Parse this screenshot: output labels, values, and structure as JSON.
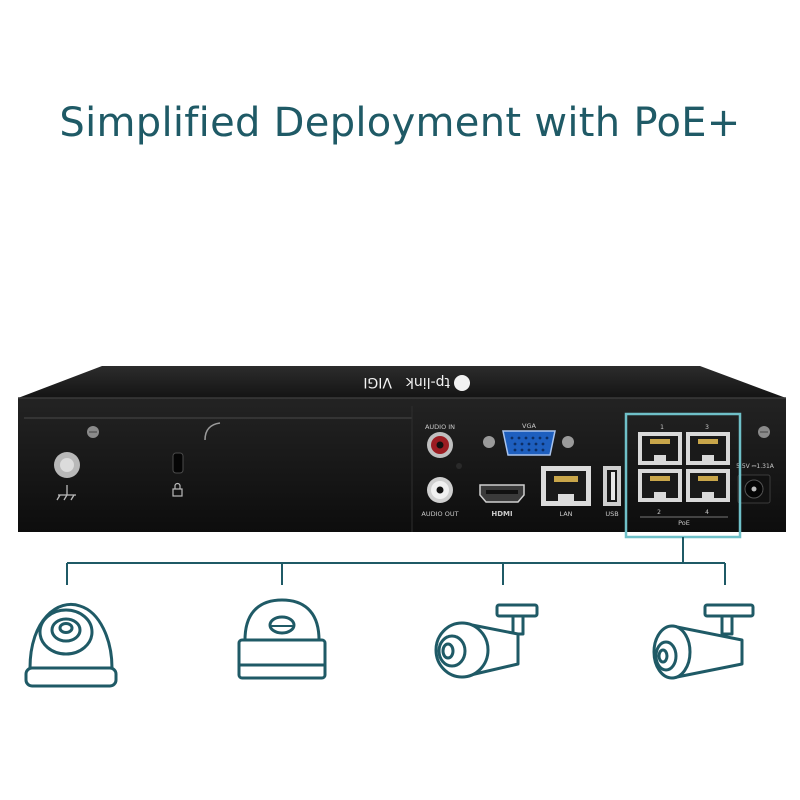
{
  "headline": "Simplified Deployment with PoE+",
  "brand": {
    "logo_text": "tp-link",
    "product_text": "VIGI"
  },
  "ports": {
    "audio_in": "AUDIO IN",
    "audio_out": "AUDIO OUT",
    "vga": "VGA",
    "hdmi": "HDMI",
    "lan": "LAN",
    "usb": "USB",
    "poe": "PoE",
    "poe_numbers": [
      "1",
      "3",
      "2",
      "4"
    ],
    "power": "5.5V ⎓1.31A"
  },
  "cameras": [
    {
      "icon": "turret-camera-icon"
    },
    {
      "icon": "dome-camera-icon"
    },
    {
      "icon": "bullet-camera-icon"
    },
    {
      "icon": "bullet-camera-icon"
    }
  ],
  "colors": {
    "headline": "#1f5a66",
    "accent_outline": "#6fc0c8",
    "device_body": "#1a1a1a",
    "line_art": "#1f5a66"
  }
}
